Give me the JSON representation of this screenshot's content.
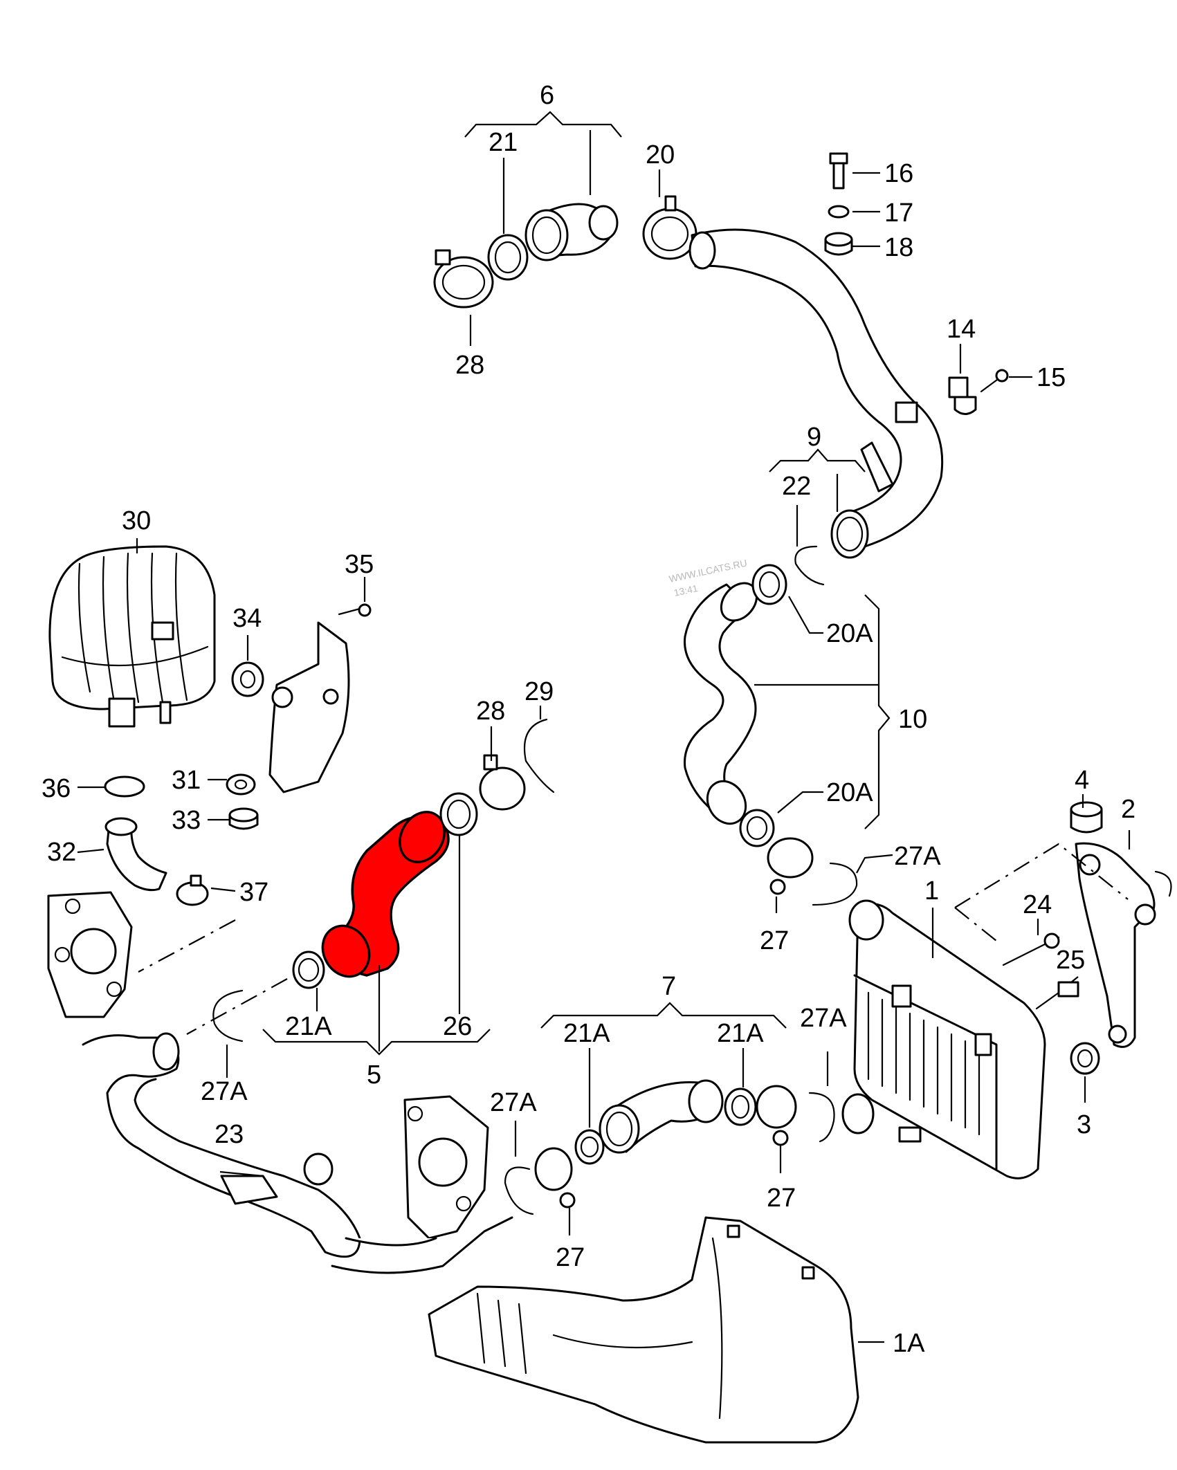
{
  "diagram": {
    "watermark": [
      "WWW.ILCATS.RU",
      "13:41"
    ],
    "highlight_color": "#ff0000",
    "highlighted_part": "5",
    "labels": {
      "l6": "6",
      "l21": "21",
      "l20": "20",
      "l16": "16",
      "l17": "17",
      "l18": "18",
      "l28a": "28",
      "l14": "14",
      "l15": "15",
      "l9": "9",
      "l22": "22",
      "l30": "30",
      "l35": "35",
      "l34": "34",
      "l20Aa": "20A",
      "l10": "10",
      "l28b": "28",
      "l29": "29",
      "l31": "31",
      "l36": "36",
      "l33": "33",
      "l32": "32",
      "l37": "37",
      "l20Ab": "20A",
      "l4": "4",
      "l2": "2",
      "l27Aa": "27A",
      "l27a": "27",
      "l1": "1",
      "l24": "24",
      "l25": "25",
      "l21Aa": "21A",
      "l26": "26",
      "l5": "5",
      "l7": "7",
      "l21Ab": "21A",
      "l21Ac": "21A",
      "l27Ab": "27A",
      "l27Ac": "27A",
      "l3": "3",
      "l27b": "27",
      "l23": "23",
      "l27Ad": "27A",
      "l27c": "27",
      "l1A": "1A"
    }
  }
}
